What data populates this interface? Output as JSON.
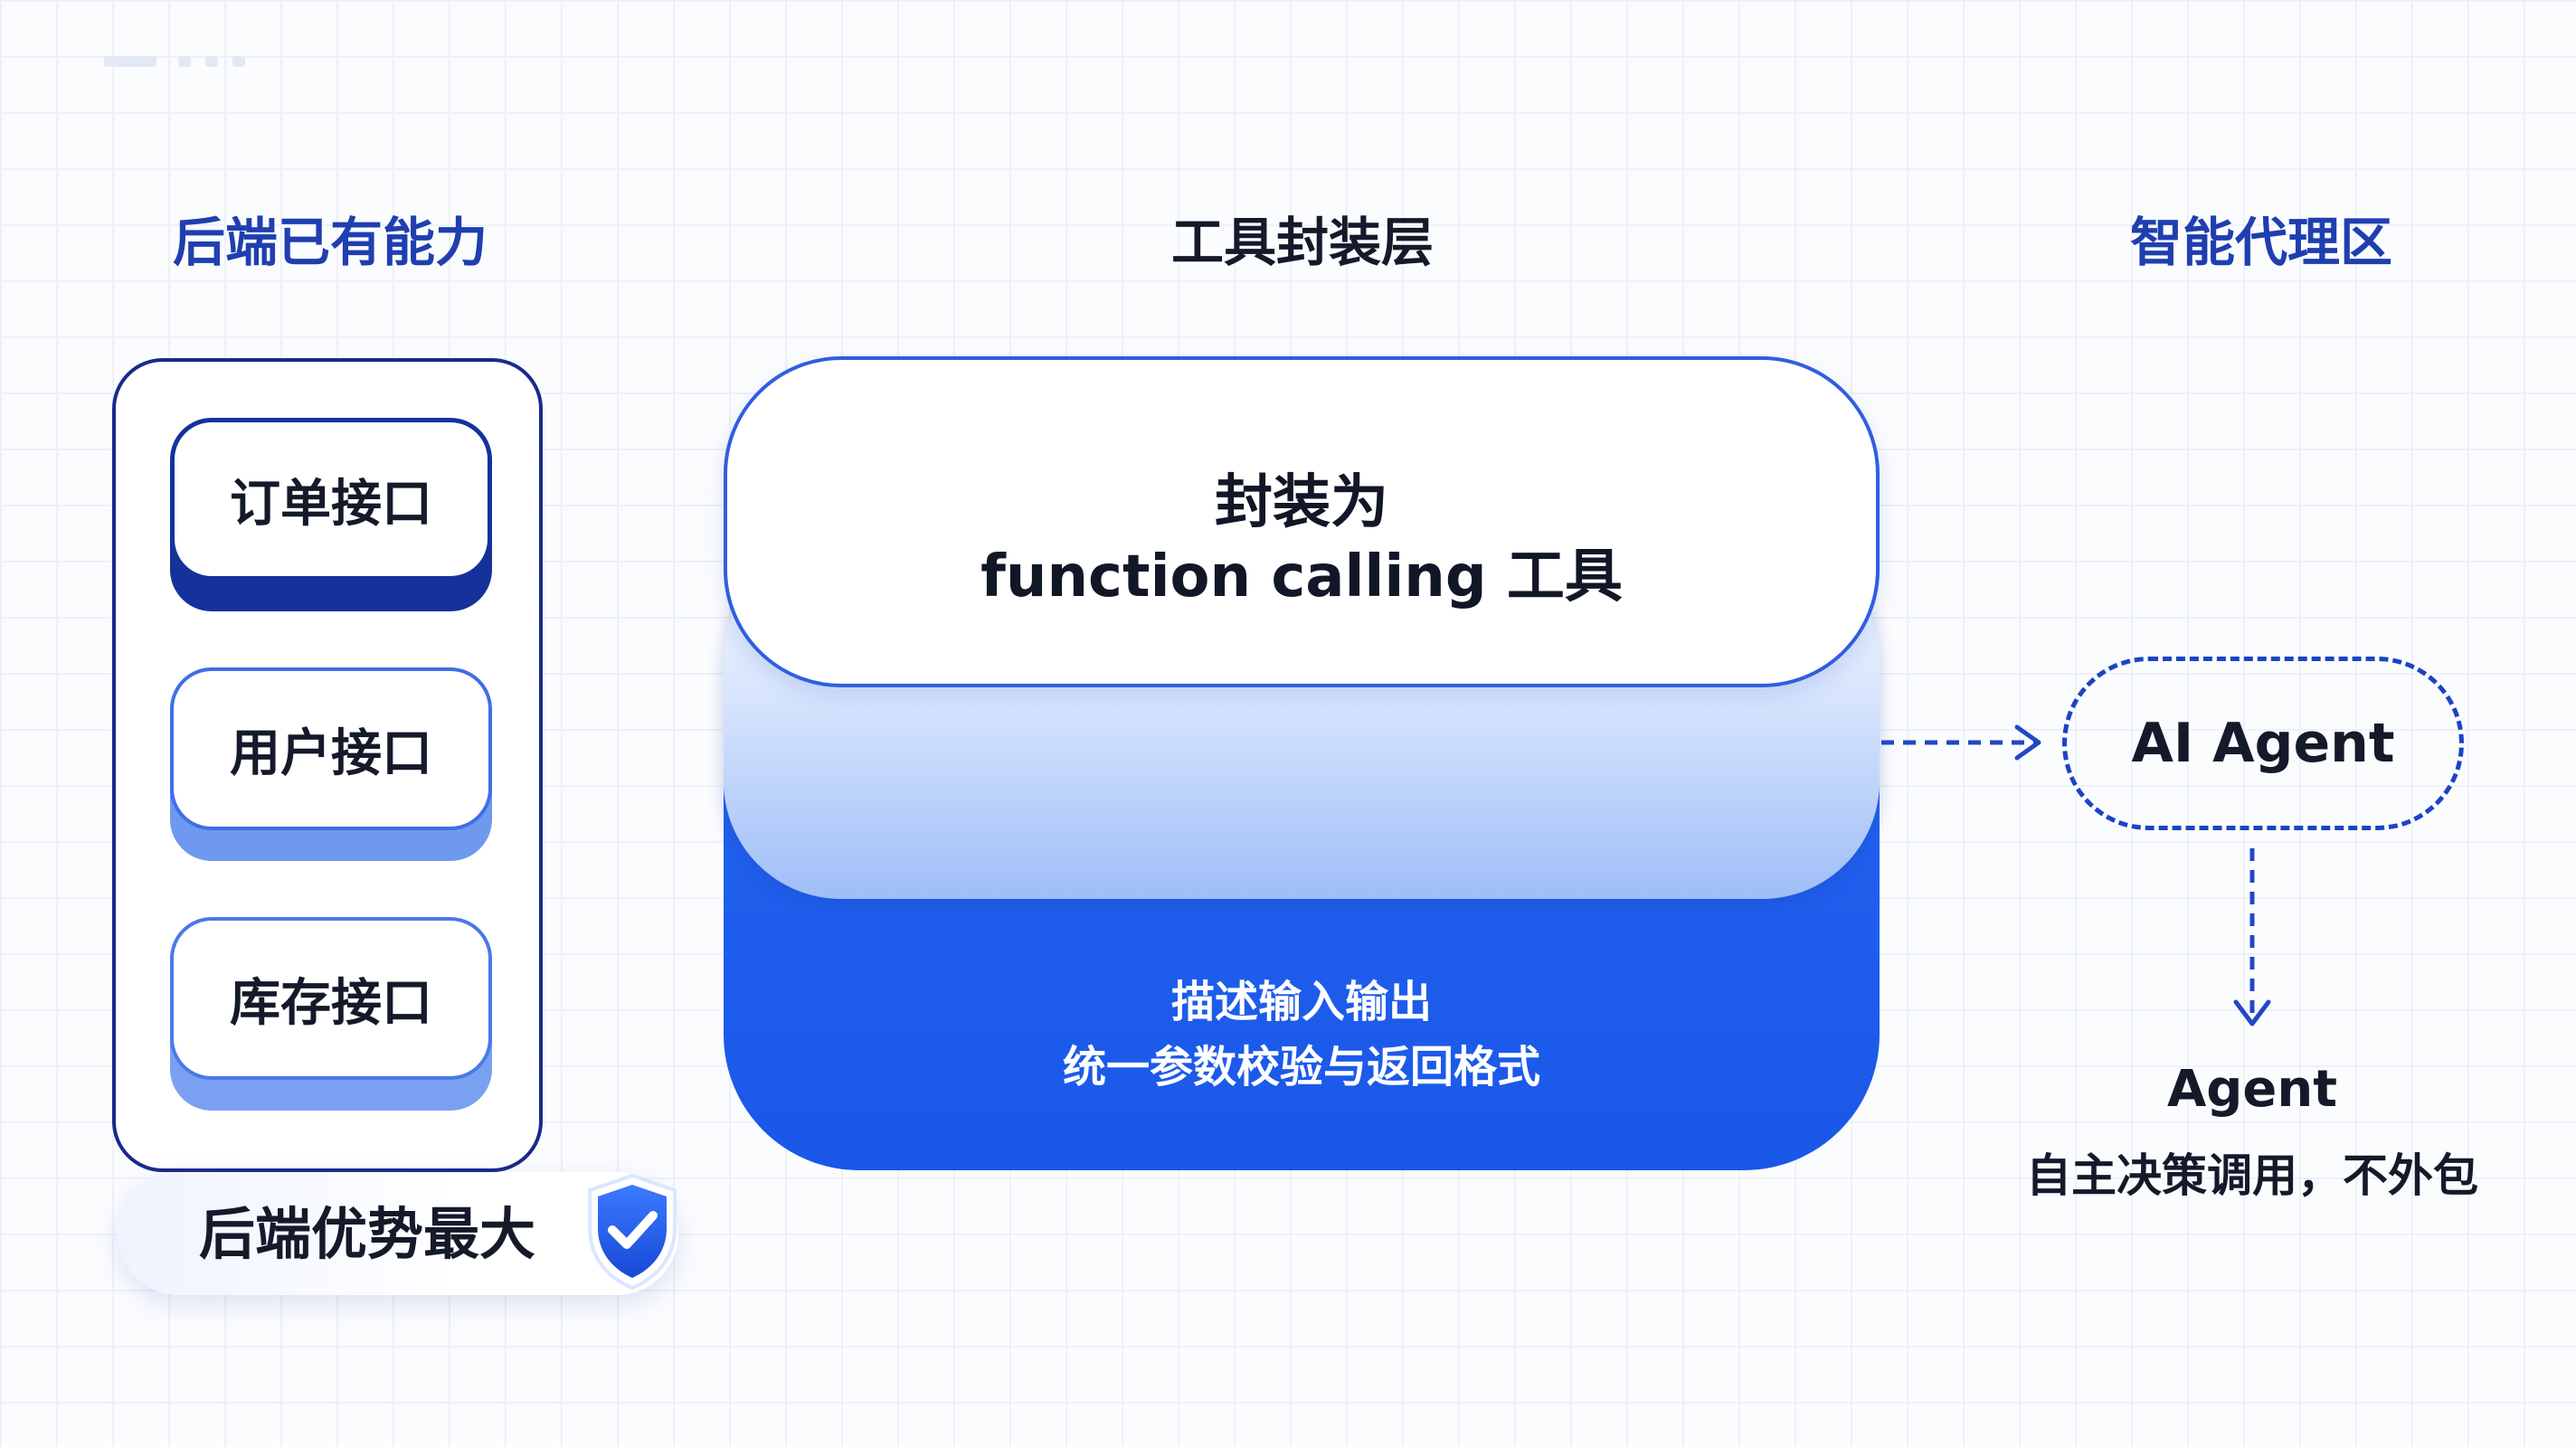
{
  "columns": {
    "backend": "后端已有能力",
    "tools": "工具封装层",
    "agent": "智能代理区"
  },
  "backend": {
    "apis": [
      "订单接口",
      "用户接口",
      "库存接口"
    ],
    "advantage": "后端优势最大"
  },
  "tool_layer": {
    "top_line1": "封装为",
    "top_line2": "function calling 工具",
    "desc_line1": "描述输入输出",
    "desc_line2": "统一参数校验与返回格式"
  },
  "agent": {
    "node_label": "AI Agent",
    "caption_title": "Agent",
    "caption_sub": "自主决策调用，不外包"
  },
  "colors": {
    "accent_dark": "#1a2a8a",
    "accent_blue": "#1f3fb0",
    "layer_blue": "#1a57e8",
    "shield_blue": "#1f5ef0"
  },
  "icons": {
    "advantage": "shield-check-icon"
  }
}
